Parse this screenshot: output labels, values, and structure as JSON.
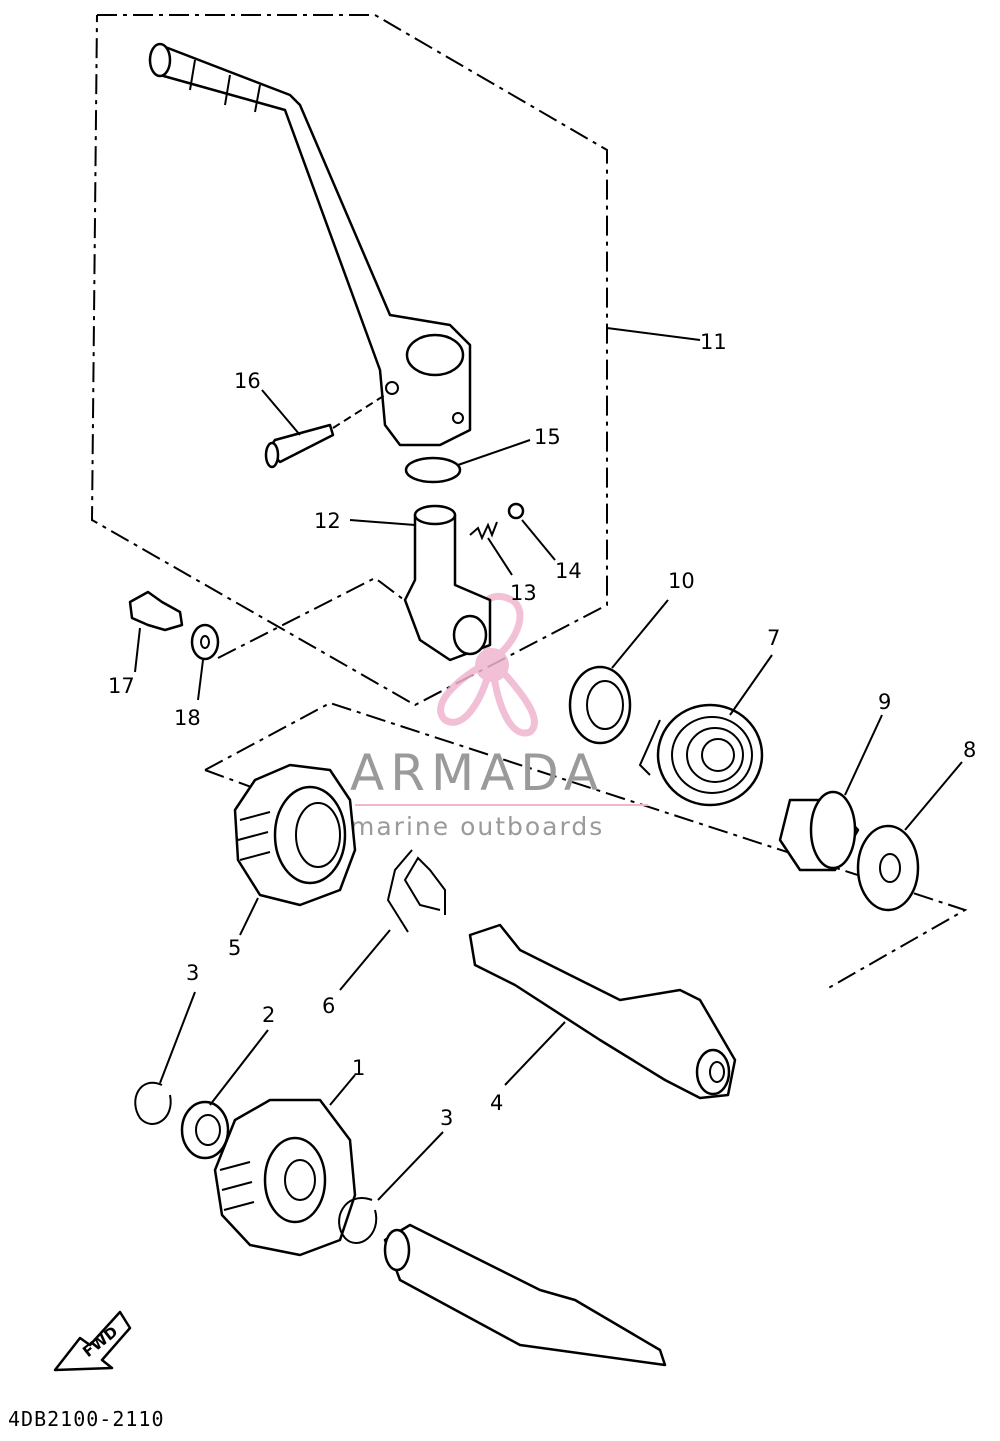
{
  "diagram_code": "4DB2100-2110",
  "fwd_label": "FWD",
  "watermark": {
    "brand": "ARMADA",
    "tagline": "marine outboards",
    "brand_color": "#9a9a9a",
    "logo_color": "#f0b6cf"
  },
  "callouts": {
    "c1": "1",
    "c2": "2",
    "c3a": "3",
    "c3b": "3",
    "c4": "4",
    "c5": "5",
    "c6": "6",
    "c7": "7",
    "c8": "8",
    "c9": "9",
    "c10": "10",
    "c11": "11",
    "c12": "12",
    "c13": "13",
    "c14": "14",
    "c15": "15",
    "c16": "16",
    "c17": "17",
    "c18": "18"
  },
  "parts": [
    {
      "ref": "1",
      "icon": "kick-idle-gear-icon"
    },
    {
      "ref": "2",
      "icon": "washer-icon"
    },
    {
      "ref": "3",
      "icon": "circlip-icon"
    },
    {
      "ref": "4",
      "icon": "kick-axle-icon"
    },
    {
      "ref": "5",
      "icon": "kick-gear-icon"
    },
    {
      "ref": "6",
      "icon": "clip-icon"
    },
    {
      "ref": "7",
      "icon": "torsion-spring-icon"
    },
    {
      "ref": "8",
      "icon": "washer-icon"
    },
    {
      "ref": "9",
      "icon": "spring-guide-icon"
    },
    {
      "ref": "10",
      "icon": "oil-seal-icon"
    },
    {
      "ref": "11",
      "icon": "kick-crank-assy-icon"
    },
    {
      "ref": "12",
      "icon": "kick-crank-boss-icon"
    },
    {
      "ref": "13",
      "icon": "spring-icon"
    },
    {
      "ref": "14",
      "icon": "ball-icon"
    },
    {
      "ref": "15",
      "icon": "o-ring-icon"
    },
    {
      "ref": "16",
      "icon": "bolt-icon"
    },
    {
      "ref": "17",
      "icon": "bolt-icon"
    },
    {
      "ref": "18",
      "icon": "washer-icon"
    }
  ]
}
